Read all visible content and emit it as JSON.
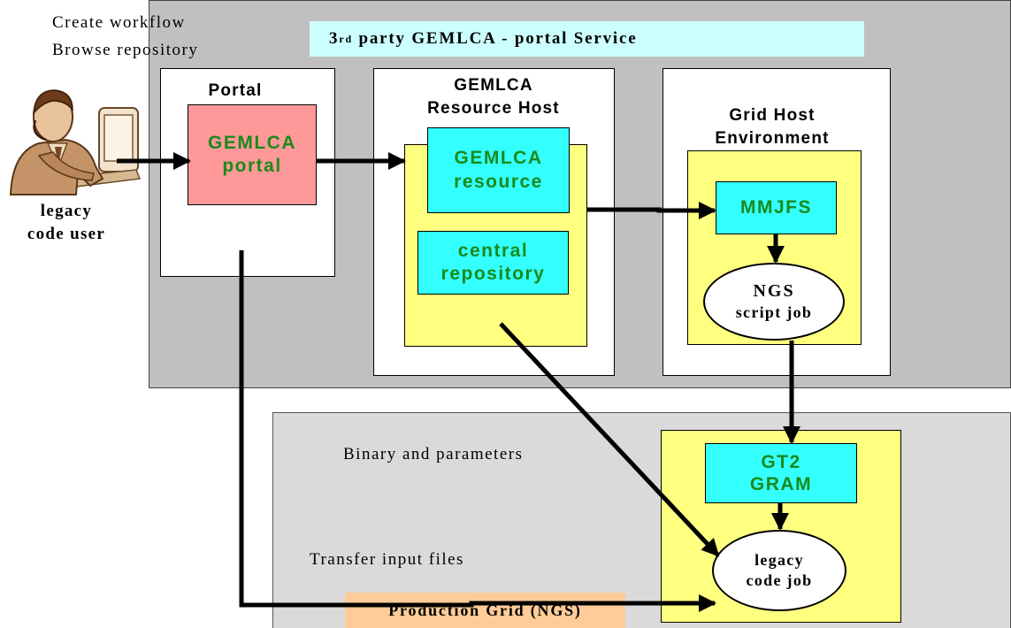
{
  "regions": {
    "service_title_prefix": "3",
    "service_title_sup": "rd",
    "service_title_rest": " party GEMLCA - portal Service",
    "grid_title": "Production Grid (NGS)"
  },
  "user": {
    "line1": "legacy",
    "line2": "code user",
    "actions": [
      "Create workflow",
      "Browse repository"
    ]
  },
  "portal": {
    "title": "Portal",
    "inner_line1": "GEMLCA",
    "inner_line2": "portal"
  },
  "resource_host": {
    "title_line1": "GEMLCA",
    "title_line2": "Resource Host",
    "resource_line1": "GEMLCA",
    "resource_line2": "resource",
    "repo_line1": "central",
    "repo_line2": "repository"
  },
  "grid_host": {
    "title_line1": "Grid Host",
    "title_line2": "Environment",
    "mmjfs": "MMJFS",
    "ngs_line1": "NGS",
    "ngs_line2": "script job"
  },
  "production": {
    "gt2_line1": "GT2",
    "gt2_line2": "GRAM",
    "job_line1": "legacy",
    "job_line2": "code job",
    "binary_label": "Binary and parameters",
    "transfer_label": "Transfer input files"
  },
  "colors": {
    "service_region": "#c0c0c0",
    "grid_region": "#dadada",
    "yellow": "#ffff80",
    "cyan": "#33ffff",
    "pink": "#ff9999",
    "green_text": "#1a8a1a",
    "service_banner": "#ccffff",
    "grid_banner": "#ffcc99"
  }
}
